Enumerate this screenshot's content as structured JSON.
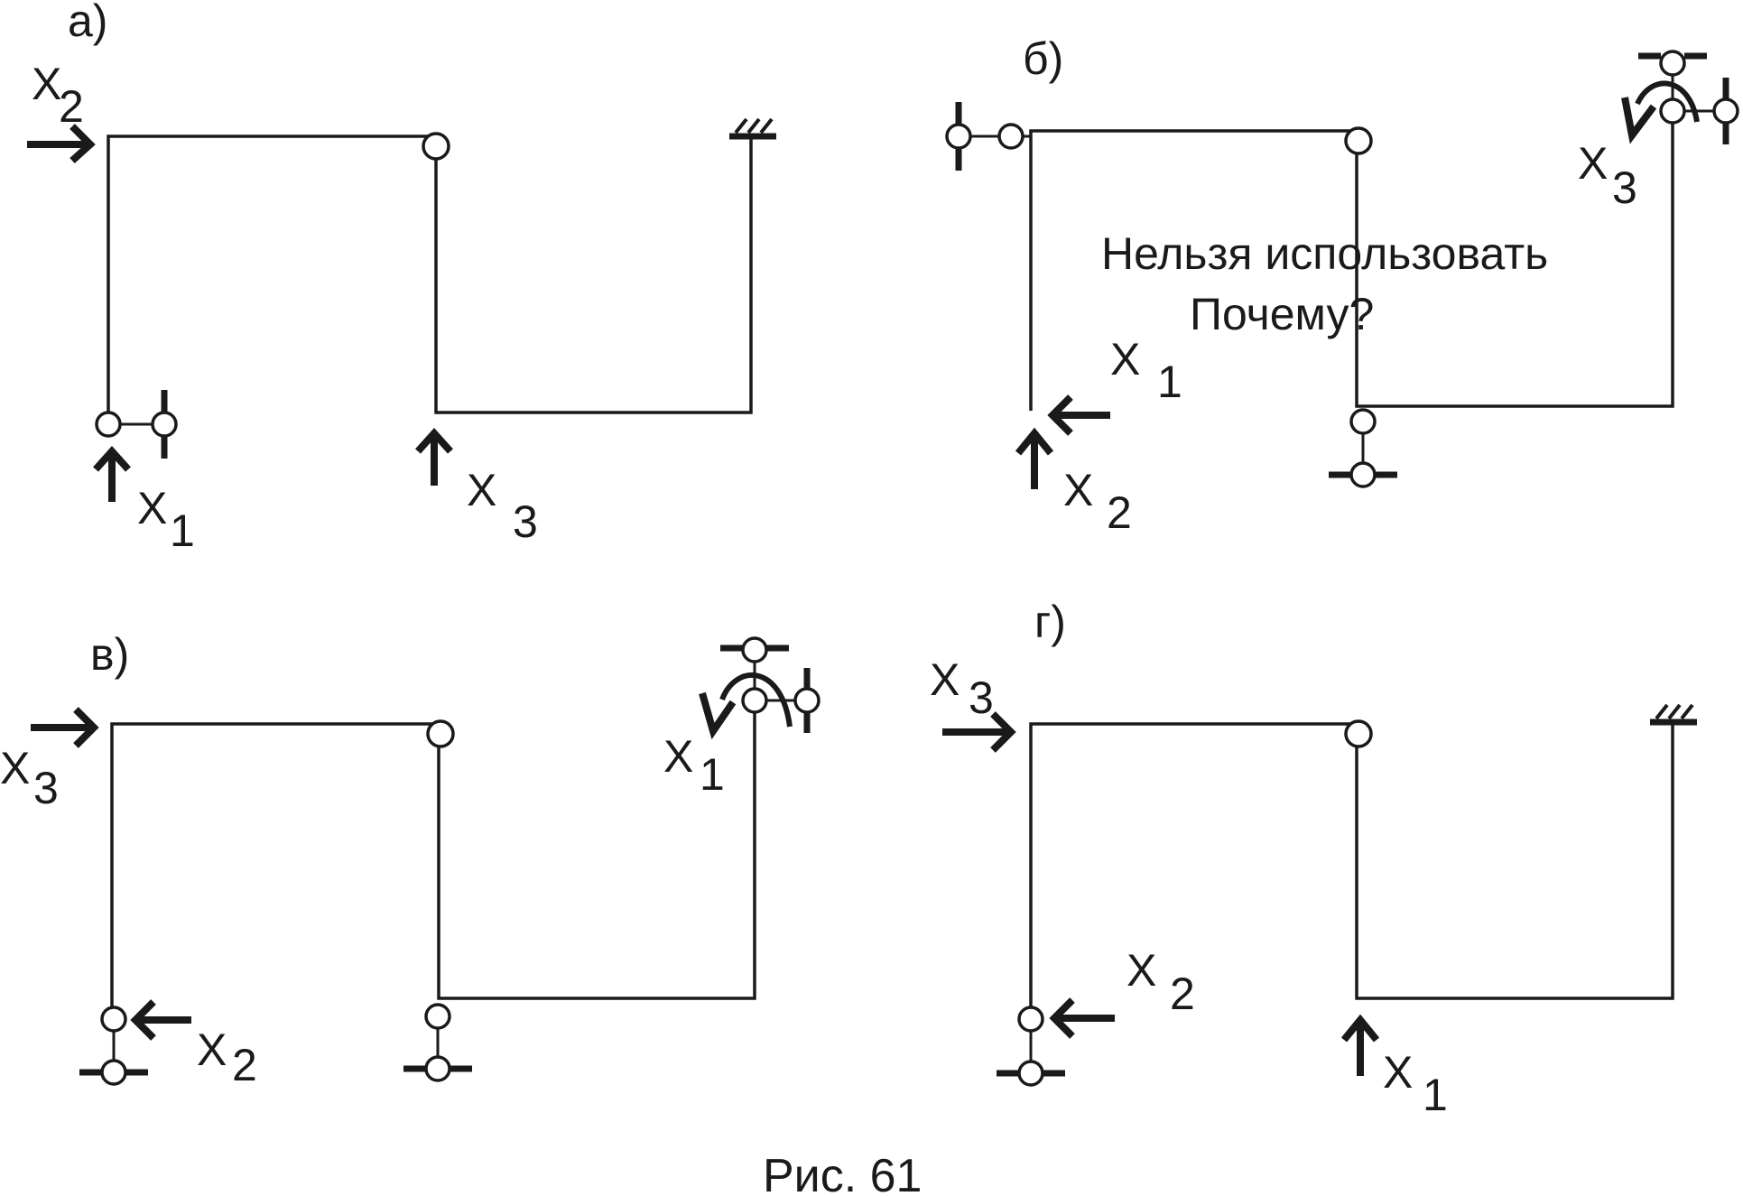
{
  "figure": {
    "caption": "Рис. 61",
    "note_line1": "Нельзя использовать",
    "note_line2": "Почему?"
  },
  "panels": {
    "a": {
      "letter": "а)",
      "labels": {
        "x1": "X",
        "x1_sub": "1",
        "x2": "X",
        "x2_sub": "2",
        "x3": "X",
        "x3_sub": "3"
      }
    },
    "b": {
      "letter": "б)",
      "labels": {
        "x1": "X",
        "x1_sub": "1",
        "x2": "X",
        "x2_sub": "2",
        "x3": "X",
        "x3_sub": "3"
      }
    },
    "v": {
      "letter": "в)",
      "labels": {
        "x1": "X",
        "x1_sub": "1",
        "x2": "X",
        "x2_sub": "2",
        "x3": "X",
        "x3_sub": "3"
      }
    },
    "g": {
      "letter": "г)",
      "labels": {
        "x1": "X",
        "x1_sub": "1",
        "x2": "X",
        "x2_sub": "2",
        "x3": "X",
        "x3_sub": "3"
      }
    }
  }
}
